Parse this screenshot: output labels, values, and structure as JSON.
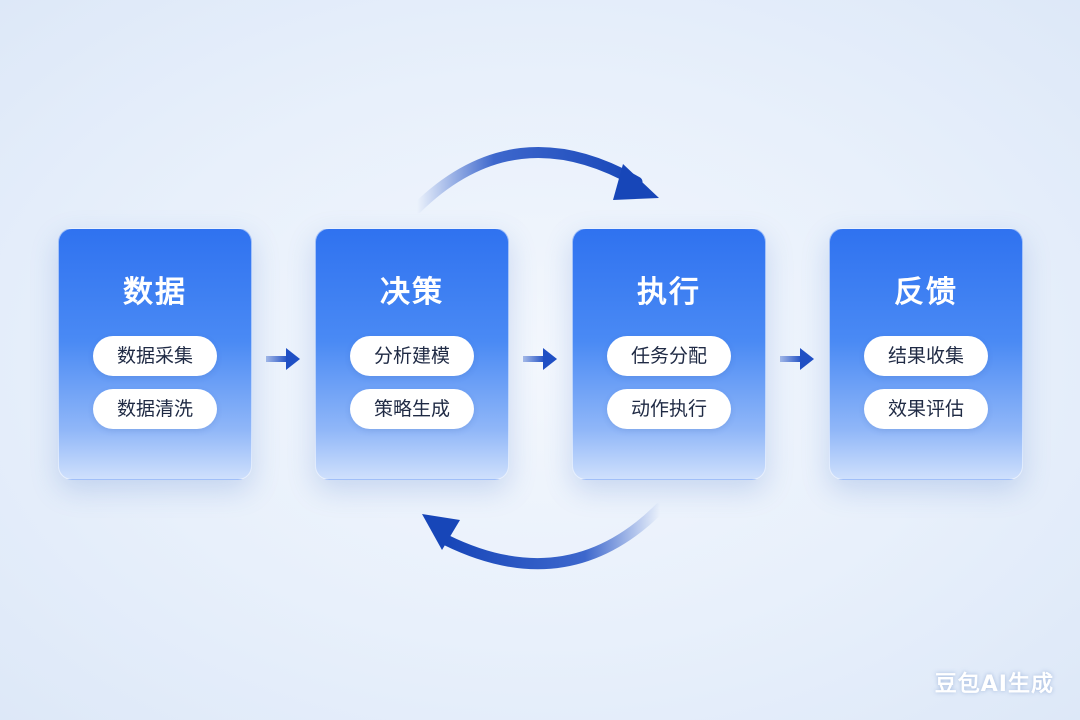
{
  "stages": [
    {
      "title": "数据",
      "items": [
        "数据采集",
        "数据清洗"
      ]
    },
    {
      "title": "决策",
      "items": [
        "分析建模",
        "策略生成"
      ]
    },
    {
      "title": "执行",
      "items": [
        "任务分配",
        "动作执行"
      ]
    },
    {
      "title": "反馈",
      "items": [
        "结果收集",
        "效果评估"
      ]
    }
  ],
  "watermark": "豆包AI生成",
  "colors": {
    "card_top": "#2f72f0",
    "card_bottom": "#cfe0fc",
    "arrow": "#1f4fc4"
  },
  "arrows": {
    "flow": "arrow-right-icon",
    "loop_top": "curved-arrow-right-icon",
    "loop_bottom": "curved-arrow-left-icon"
  }
}
